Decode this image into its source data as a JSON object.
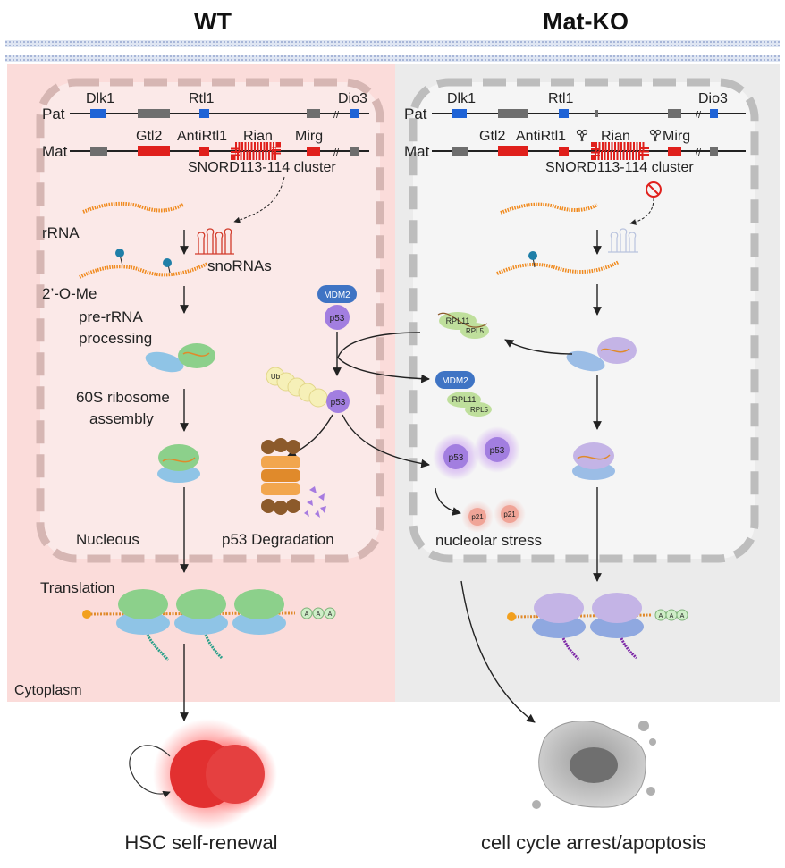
{
  "headers": {
    "left": "WT",
    "right": "Mat-KO"
  },
  "wt": {
    "pat_row": {
      "label": "Pat",
      "genes": [
        "Dlk1",
        "Rtl1",
        "Dio3"
      ]
    },
    "mat_row": {
      "label": "Mat",
      "genes": [
        "Gtl2",
        "AntiRtl1",
        "Rian",
        "Mirg"
      ],
      "cluster": "SNORD113-114 cluster"
    },
    "rrna": "rRNA",
    "snornas": "snoRNAs",
    "methyl": "2’-O-Me",
    "processing": [
      "pre-rRNA",
      "processing"
    ],
    "assembly": [
      "60S ribosome",
      "assembly"
    ],
    "nucleous": "Nucleous",
    "degradation": "p53 Degradation",
    "translation": "Translation",
    "cytoplasm": "Cytoplasm",
    "outcome": "HSC self-renewal"
  },
  "ko": {
    "pat_row": {
      "label": "Pat",
      "genes": [
        "Dlk1",
        "Rtl1",
        "Dio3"
      ]
    },
    "mat_row": {
      "label": "Mat",
      "genes": [
        "Gtl2",
        "AntiRtl1",
        "Rian",
        "Mirg"
      ],
      "cluster": "SNORD113-114 cluster"
    },
    "stress": "nucleolar stress",
    "outcome": "cell cycle arrest/apoptosis"
  },
  "molecules": {
    "mdm2": "MDM2",
    "p53": "p53",
    "ub": "Ub",
    "rpl11": "RPL11",
    "rpl5": "RPL5",
    "p21": "p21",
    "polya": [
      "A",
      "A",
      "A"
    ]
  },
  "colors": {
    "wt_bg": "#fbdcda",
    "ko_bg": "#ebebeb",
    "paternal": "#1f63d6",
    "maternal": "#e0201c",
    "gene_grey": "#6e6e6e",
    "p53": "#a27ee0",
    "mdm2": "#3f74c4",
    "hsc": "#e02a2a"
  }
}
